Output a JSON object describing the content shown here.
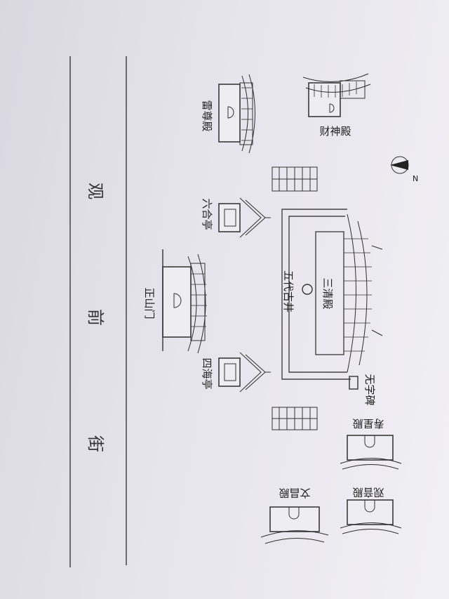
{
  "street": {
    "chars": [
      "观",
      "前",
      "街"
    ]
  },
  "compass": {
    "label": "N",
    "icon": "north-arrow-icon"
  },
  "buildings": {
    "caishen": "财神殿",
    "leizun": "雷尊殿",
    "liuhe": "六合亭",
    "sanqing": "三清殿",
    "well": "五代古井",
    "wuzi": "无字碑",
    "shanmen": "正山门",
    "sihai": "四海亭",
    "shouxing": "寿星殿",
    "guanyin": "观音殿",
    "wenchang": "文昌殿"
  }
}
